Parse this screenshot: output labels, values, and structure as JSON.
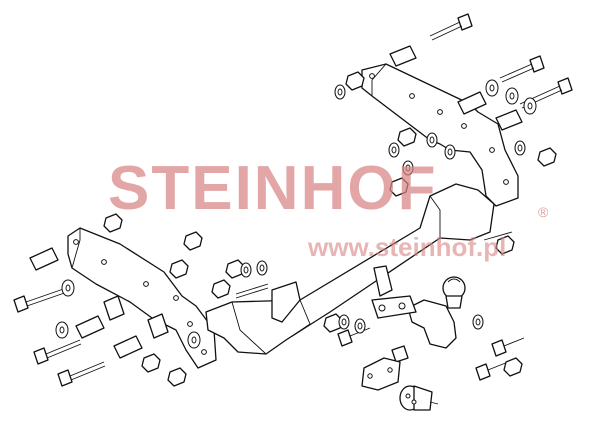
{
  "watermark": {
    "brand": "STEINHOF",
    "registered": "®",
    "url": "www.steinhof.pl",
    "color": "#d98585"
  },
  "drawing": {
    "line_color": "#111111",
    "background": "#ffffff",
    "components": [
      "left-side-bracket",
      "right-side-bracket",
      "main-crossbar",
      "tow-ball",
      "ball-neck",
      "socket-plate",
      "electrical-socket",
      "bolt-set",
      "nut-set",
      "washer-set",
      "spacer-tubes"
    ]
  }
}
